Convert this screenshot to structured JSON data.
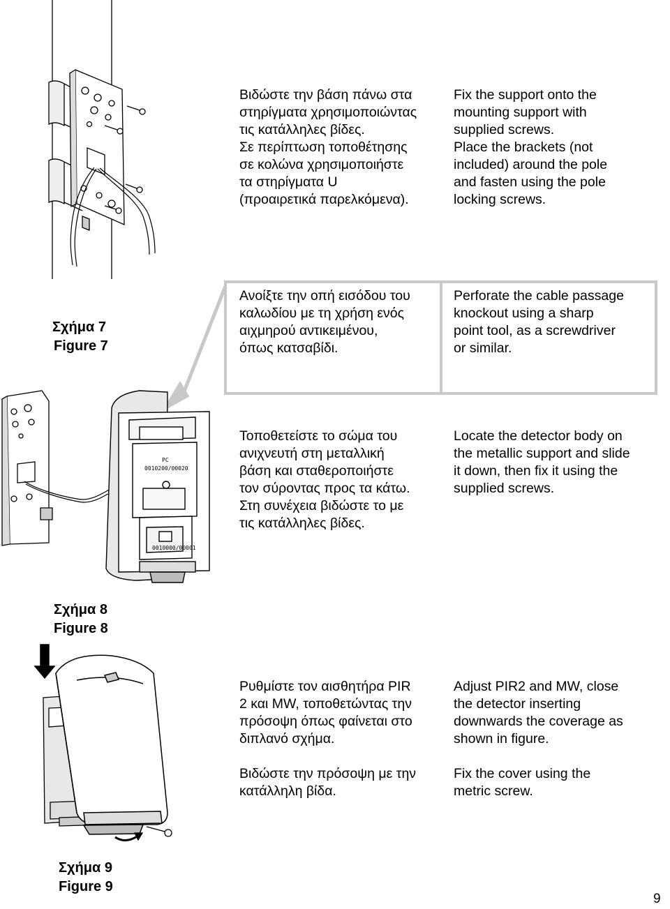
{
  "section1": {
    "greek": "Βιδώστε την βάση πάνω στα\nστηρίγματα χρησιμοποιώντας\nτις κατάλληλες βίδες.\nΣε περίπτωση τοποθέτησης\nσε κολώνα χρησιμοποιήστε\nτα στηρίγματα U\n(προαιρετικά παρελκόμενα).",
    "english": "Fix the support onto the\nmounting support with\nsupplied screws.\nPlace the brackets (not\nincluded) around the pole\nand fasten using the pole\nlocking screws."
  },
  "figure7": {
    "caption_greek": "Σχήμα 7",
    "caption_english": "Figure 7",
    "greek": "Ανοίξτε την οπή εισόδου του\nκαλωδίου με τη χρήση ενός\nαιχμηρού αντικειμένου,\nόπως κατσαβίδι.",
    "english": "Perforate the cable passage\nknockout using a sharp\npoint tool, as a screwdriver\nor similar."
  },
  "section3": {
    "greek": "Τοποθετείστε το σώμα του\nανιχνευτή στη μεταλλική\nβάση και σταθεροποιήστε\nτον σύροντας προς τα κάτω.\nΣτη συνέχεια βιδώστε το με\nτις κατάλληλες βίδες.",
    "english": "Locate the detector body on\nthe metallic support and slide\nit down, then fix it using the\nsupplied screws."
  },
  "figure8": {
    "caption_greek": "Σχήμα 8",
    "caption_english": "Figure 8"
  },
  "section4": {
    "greek_1": "Ρυθμίστε τον αισθητήρα PIR\n2 και MW, τοποθετώντας την\nπρόσοψη όπως φαίνεται στο\nδιπλανό σχήμα.",
    "greek_2": "Βιδώστε την πρόσοψη με την\nκατάλληλη βίδα.",
    "english_1": "Adjust PIR2 and MW, close\nthe detector inserting\ndownwards the coverage as\nshown in figure.",
    "english_2": "Fix the cover using the\nmetric screw."
  },
  "figure9": {
    "caption_greek": "Σχήμα 9",
    "caption_english": "Figure 9"
  },
  "page_number": "9",
  "pcb_labels": {
    "label_1": "PC",
    "label_2": "0010200/00020",
    "label_3": "0010000/00001"
  }
}
